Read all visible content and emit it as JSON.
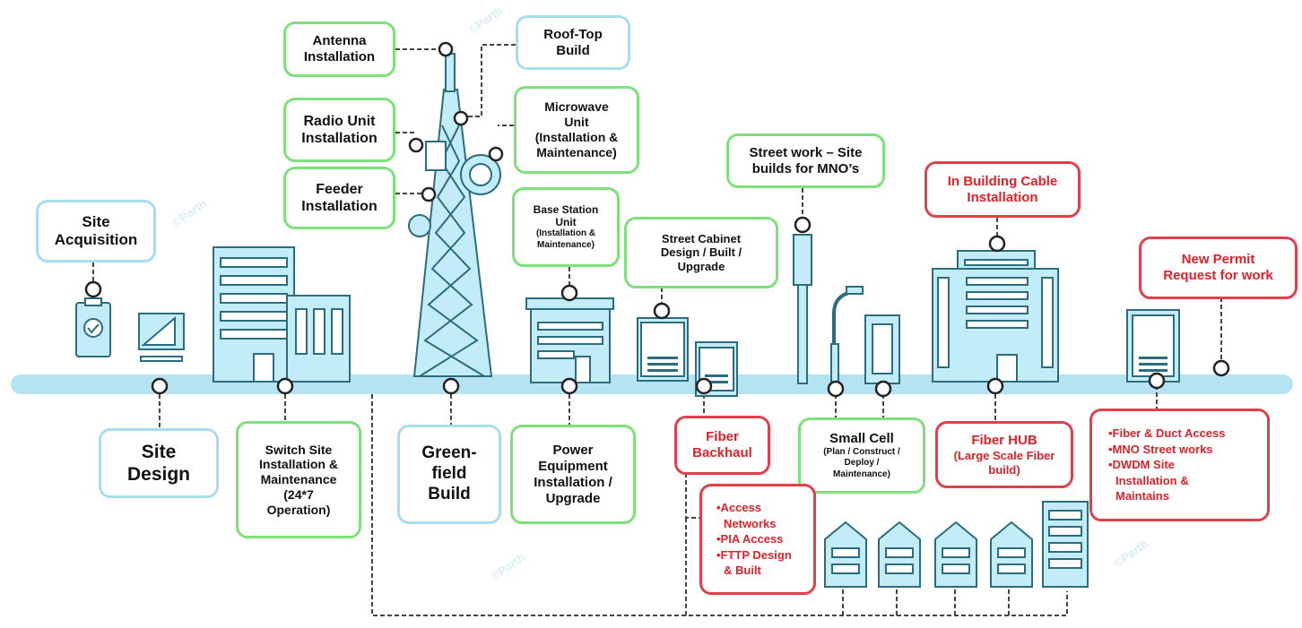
{
  "boxes": {
    "antenna_installation": "Antenna\nInstallation",
    "roof_top_build": "Roof-Top\nBuild",
    "radio_unit_installation": "Radio Unit\nInstallation",
    "microwave_unit": "Microwave\nUnit\n(Installation &\nMaintenance)",
    "feeder_installation": "Feeder\nInstallation",
    "site_acquisition": "Site\nAcquisition",
    "base_station_unit_title": "Base Station\nUnit",
    "base_station_unit_sub": "(Installation &\nMaintenance)",
    "street_cabinet": "Street Cabinet\nDesign / Built /\nUpgrade",
    "street_work": "Street work – Site\nbuilds for MNO’s",
    "in_building_cable": "In Building Cable\nInstallation",
    "new_permit": "New Permit\nRequest for work",
    "site_design": "Site\nDesign",
    "switch_site": "Switch Site\nInstallation &\nMaintenance\n(24*7\nOperation)",
    "greenfield_build": "Green-\nfield\nBuild",
    "power_equipment": "Power\nEquipment\nInstallation /\nUpgrade",
    "fiber_backhaul": "Fiber\nBackhaul",
    "small_cell_title": "Small Cell",
    "small_cell_sub": "(Plan / Construct /\nDeploy /\nMaintenance)",
    "fiber_hub_title": "Fiber HUB",
    "fiber_hub_sub": "(Large Scale Fiber\nbuild)",
    "fiber_duct_items": [
      "•Fiber & Duct Access",
      "•MNO Street works",
      "•DWDM Site",
      " Installation &",
      " Maintains"
    ],
    "access_networks_items": [
      "•Access",
      " Networks",
      "•PIA Access",
      "•FTTP Design",
      " & Built"
    ]
  },
  "watermark": "©Parth",
  "colors": {
    "ground": "#b5e3f2",
    "structure_fill": "#c2ecf8",
    "green_border": "#7ee07a",
    "blue_border": "#a9dcef",
    "red_border": "#e0404a",
    "red_text": "#e0202a"
  }
}
